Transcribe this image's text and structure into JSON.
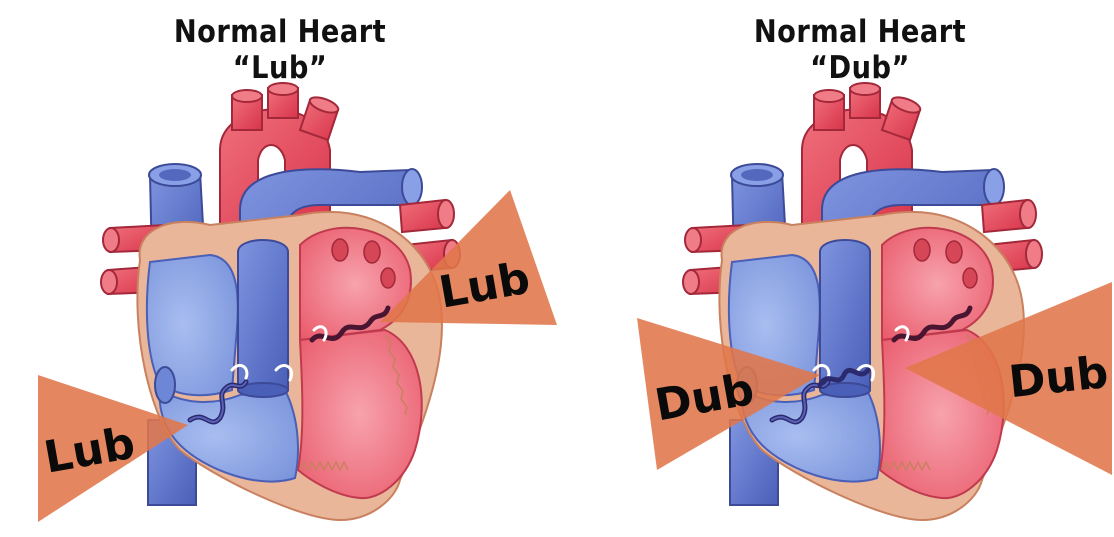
{
  "panels": [
    {
      "title": "Normal Heart “Lub”",
      "sound_label": "Lub"
    },
    {
      "title": "Normal Heart “Dub”",
      "sound_label": "Dub"
    }
  ],
  "colors": {
    "deoxygenated_blue": "#5b73c9",
    "oxygenated_red": "#e8485a",
    "myocardium_tan": "#e9b69a",
    "sound_wedge_orange": "#e0764a",
    "valve_dark": "#2c2a6e"
  }
}
